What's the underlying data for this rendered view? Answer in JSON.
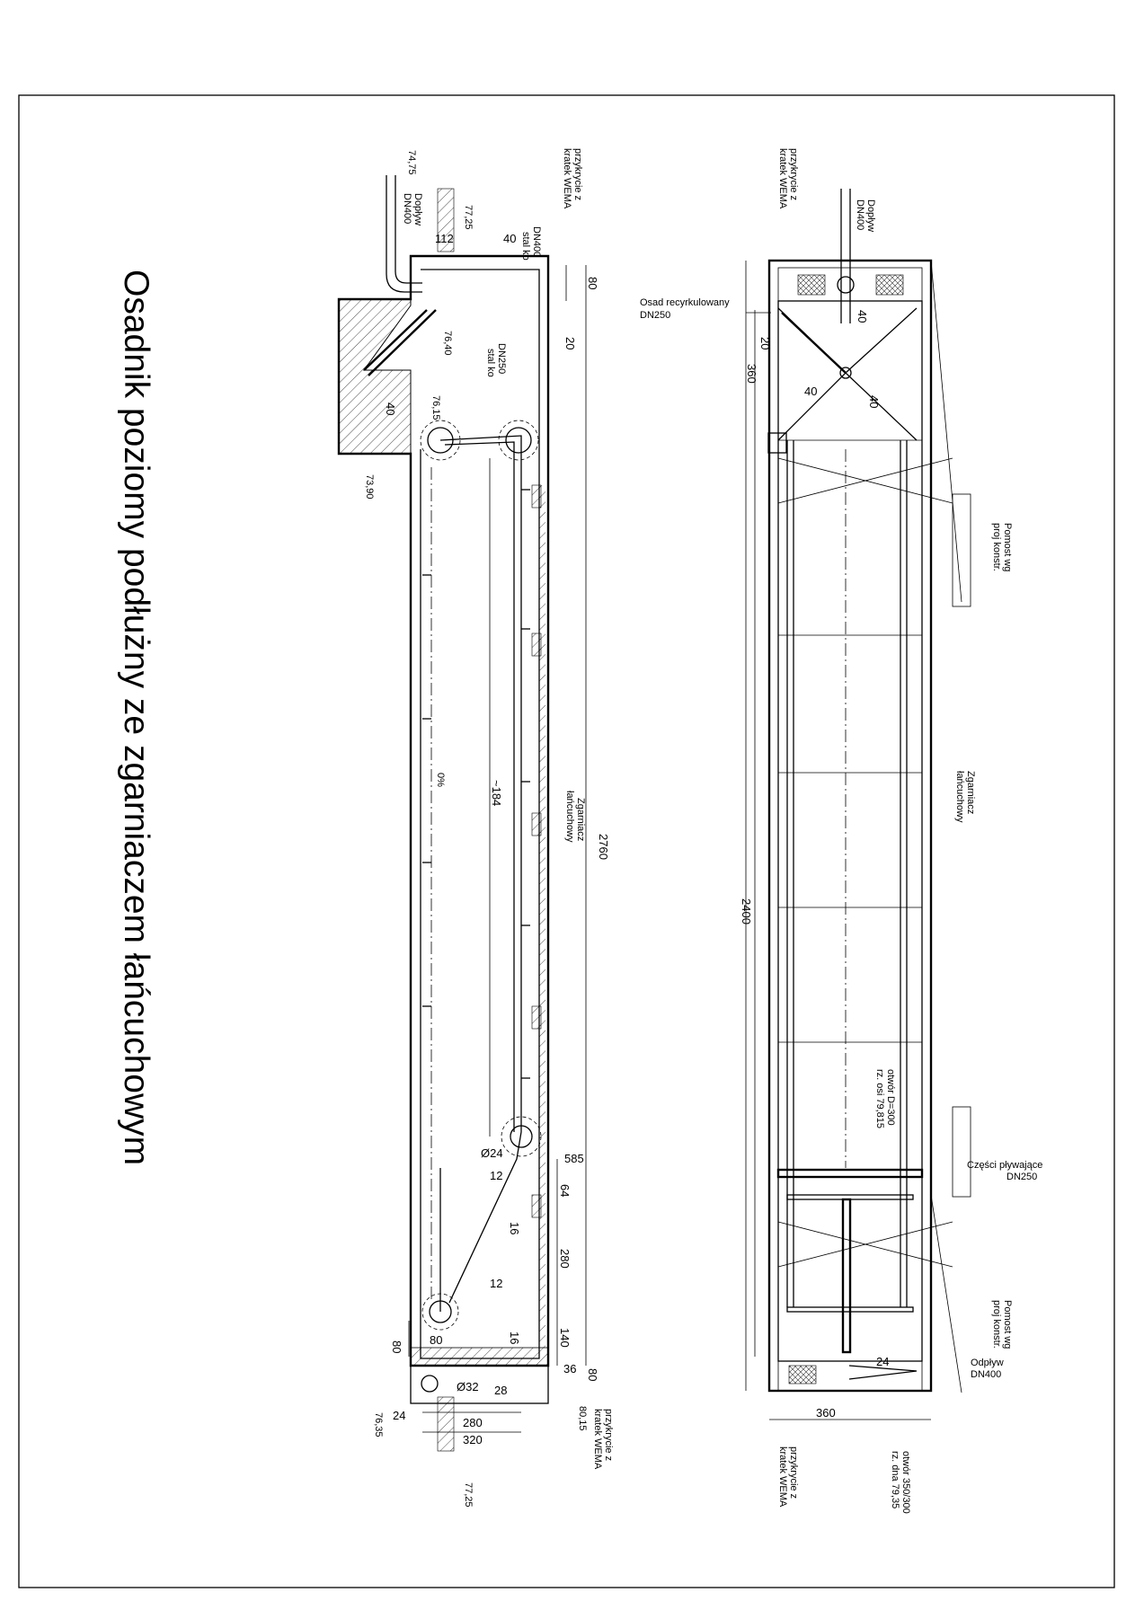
{
  "title": "Osadnik poziomy podłużny ze zgarniaczem łańcuchowym",
  "section": {
    "inlet_label_1": "Dopływ",
    "inlet_label_2": "DN400",
    "elev_7475": "74,75",
    "elev_7725_top": "77,25",
    "dn400_1": "DN400",
    "dn400_2": "stal ko",
    "cover_top_1": "przykrycie z",
    "cover_top_2": "kratek WEMA",
    "dim_112": "112",
    "dim_40_top": "40",
    "dim_80_top": "80",
    "dim_20": "20",
    "dn250_1": "DN250",
    "dn250_2": "stal ko",
    "elev_7640": "76,40",
    "elev_7615": "76,15",
    "dim_40_hopper": "40",
    "elev_7390": "73,90",
    "slope": "0%",
    "dim_184": "~184",
    "scraper_1": "Zgarniacz",
    "scraper_2": "łańcuchowy",
    "dim_2760": "2760",
    "dim_d24": "Ø24",
    "dim_585": "585",
    "dim_12a": "12",
    "dim_64": "64",
    "dim_16a": "16",
    "dim_280v": "280",
    "dim_12b": "12",
    "dim_16b": "16",
    "dim_140": "140",
    "dim_80_left": "80",
    "dim_80_mid": "80",
    "dim_36": "36",
    "dim_80_right": "80",
    "dim_d32": "Ø32",
    "dim_28": "28",
    "dim_24": "24",
    "elev_7635": "76,35",
    "dim_280h": "280",
    "dim_320": "320",
    "elev_8015": "80,15",
    "cover_bot_1": "przykrycie z",
    "cover_bot_2": "kratek WEMA",
    "elev_7725_bot": "77,25"
  },
  "plan": {
    "cover_top_1": "przykrycie z",
    "cover_top_2": "kratek WEMA",
    "inlet_1": "Dopływ",
    "inlet_2": "DN400",
    "sludge_1": "Osad recyrkulowany",
    "sludge_2": "DN250",
    "dim_40a": "40",
    "dim_20": "20",
    "dim_360_top": "360",
    "dim_40b": "40",
    "dim_40c": "40",
    "platform_top_1": "Pomost wg",
    "platform_top_2": "proj konstr.",
    "scraper_1": "Zgarniacz",
    "scraper_2": "łańcuchowy",
    "dim_2400": "2400",
    "opening_1": "otwór D=300",
    "opening_2": "rz. osi 79,815",
    "floating_1": "Części pływające",
    "floating_2": "DN250",
    "platform_bot_1": "Pomost wg",
    "platform_bot_2": "proj konstr.",
    "dim_24": "24",
    "outlet_1": "Odpływ",
    "outlet_2": "DN400",
    "dim_360_bot": "360",
    "cover_bot_1": "przykrycie z",
    "cover_bot_2": "kratek WEMA",
    "bottom_1": "otwór 350/300",
    "bottom_2": "rz. dna 79,35"
  }
}
